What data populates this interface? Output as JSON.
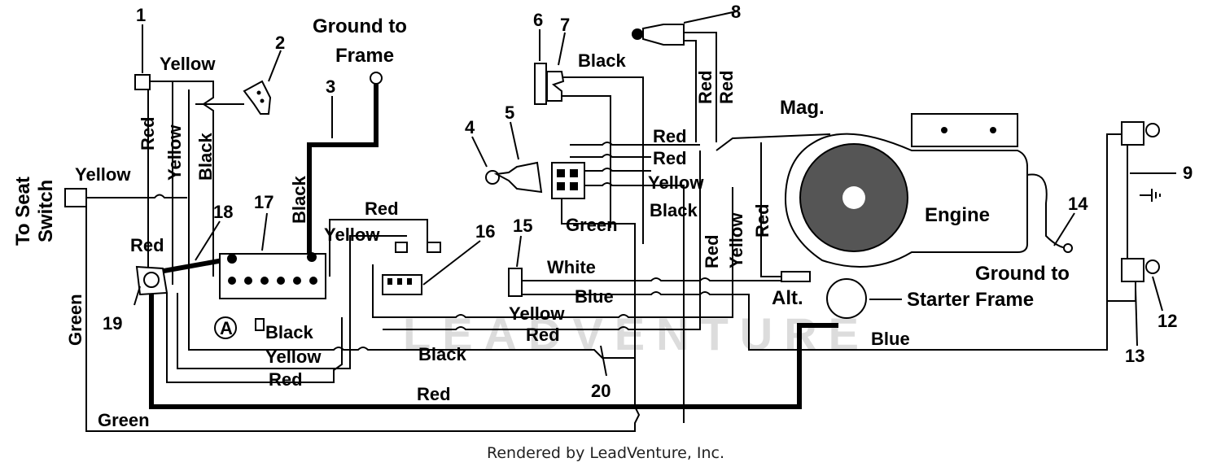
{
  "callouts": [
    "1",
    "2",
    "3",
    "4",
    "5",
    "6",
    "7",
    "8",
    "9",
    "12",
    "13",
    "14",
    "15",
    "16",
    "17",
    "18",
    "19",
    "20"
  ],
  "labels": {
    "ground_to_frame": [
      "Ground to",
      "Frame"
    ],
    "to_seat_switch": [
      "To Seat",
      "Switch"
    ],
    "engine": "Engine",
    "mag": "Mag.",
    "alt": "Alt.",
    "starter_frame": "Starter Frame",
    "ground_to_right": "Ground to",
    "circle_a": "A"
  },
  "wire_colors": {
    "yellow": "Yellow",
    "red": "Red",
    "black": "Black",
    "green": "Green",
    "white": "White",
    "blue": "Blue"
  },
  "watermark": "LEADVENTURE",
  "footer": "Rendered by LeadVenture, Inc."
}
